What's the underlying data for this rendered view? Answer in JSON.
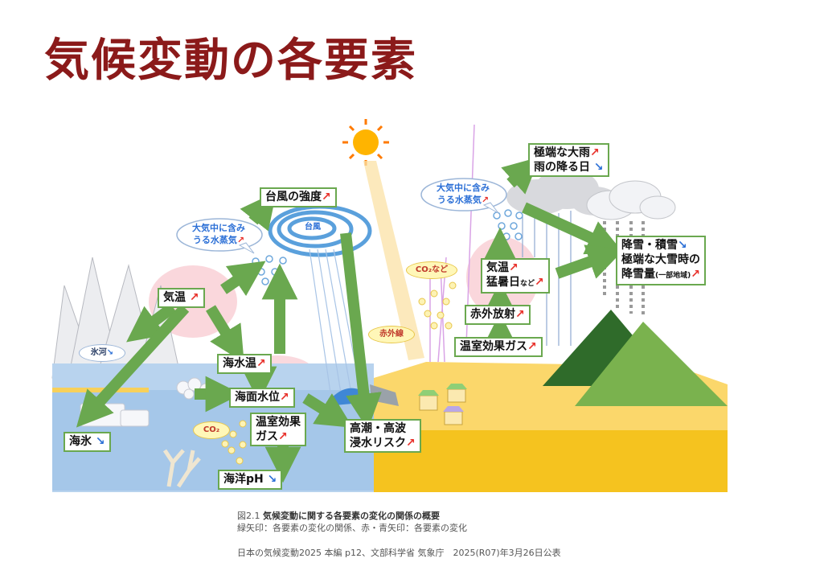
{
  "title": "気候変動の各要素",
  "labels": {
    "typhoon_intensity": "台風の強度",
    "air_temp": "気温",
    "sea_temp": "海水温",
    "sea_level": "海面水位",
    "sea_ice": "海氷",
    "ocean_ghg_line1": "温室効果",
    "ocean_ghg_line2": "ガス",
    "ocean_ph": "海洋pH",
    "storm_surge_line1": "高潮・高波",
    "storm_surge_line2": "浸水リスク",
    "heavy_rain_line1": "極端な大雨",
    "heavy_rain_line2": "雨の降る日",
    "land_temp_line1": "気温",
    "land_temp_line2": "猛暑日",
    "land_temp_small": "など",
    "infrared_emission": "赤外放射",
    "land_ghg": "温室効果ガス",
    "snow_line1": "降雪・積雪",
    "snow_line2": "極端な大雪時の",
    "snow_line3": "降雪量",
    "snow_small": "(一部地域)"
  },
  "bubbles": {
    "vapor_left_line1": "大気中に含み",
    "vapor_left_line2": "うる水蒸気",
    "vapor_right_line1": "大気中に含み",
    "vapor_right_line2": "うる水蒸気",
    "glacier": "氷河",
    "typhoon": "台風",
    "co2_land": "CO₂など",
    "co2_ocean": "CO₂",
    "infrared": "赤外線"
  },
  "arrows": {
    "up": "↗",
    "down": "↘"
  },
  "caption": {
    "fig_no": "図2.1",
    "fig_title": "気候変動に関する各要素の変化の関係の概要",
    "legend": "緑矢印：各要素の変化の関係、赤・青矢印：各要素の変化",
    "source": "日本の気候変動2025 本編 p12、文部科学省 気象庁　2025(R07)年3月26日公表"
  },
  "colors": {
    "title": "#8b1a1a",
    "arrow_green": "#6aa84f",
    "increase": "#e8302a",
    "decrease": "#2b6fd6",
    "ocean": "#b8d3ee",
    "land": "#fbd76b"
  }
}
